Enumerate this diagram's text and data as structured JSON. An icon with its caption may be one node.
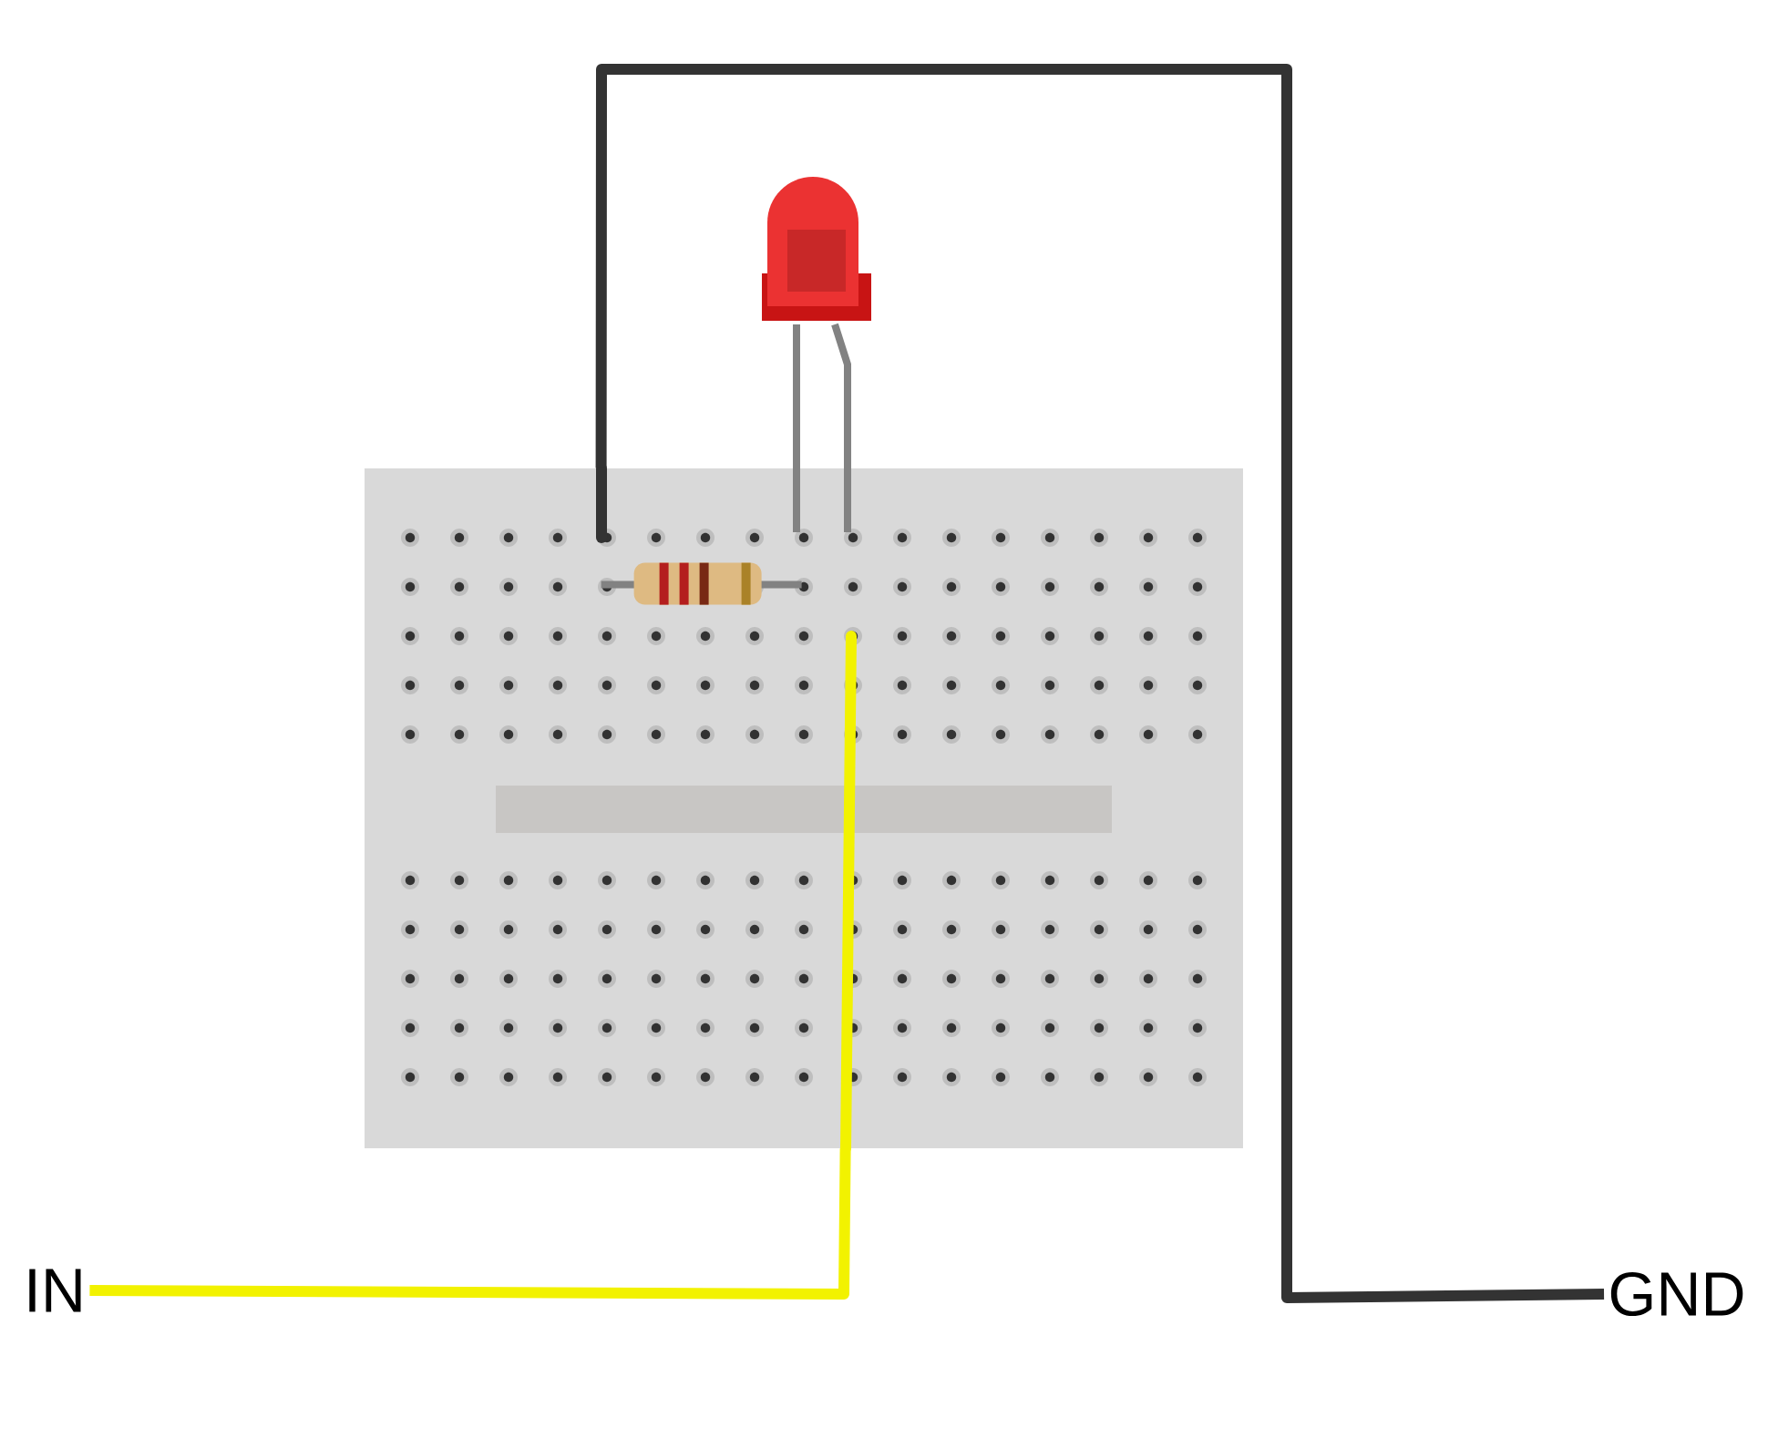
{
  "diagram": {
    "nodes": [
      {
        "text": [
          "IN"
        ]
      },
      {
        "text": [
          "GND"
        ]
      },
      {
        "text": [],
        "shape": "picture"
      },
      {
        "text": [],
        "shape": "picture"
      },
      {
        "text": [],
        "shape": "picture",
        "in": 2
      }
    ],
    "edges": [
      {
        "from": 0,
        "to": 2,
        "arrow": "none",
        "color": "#f2f200"
      },
      {
        "from": 1,
        "to": 2,
        "arrow": "none",
        "color": "#333333"
      }
    ]
  }
}
